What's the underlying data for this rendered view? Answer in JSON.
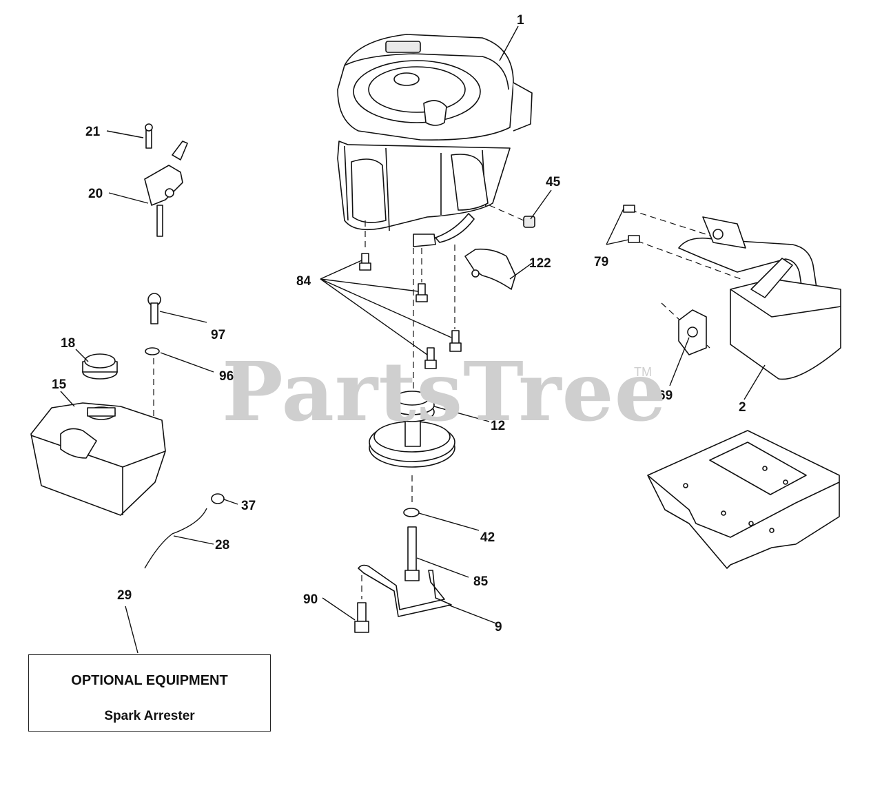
{
  "watermark": {
    "text": "PartsTree",
    "trademark": "TM"
  },
  "optional_box": {
    "title": "OPTIONAL EQUIPMENT",
    "subtitle": "Spark Arrester"
  },
  "callouts": {
    "c1": "1",
    "c2": "2",
    "c9": "9",
    "c12": "12",
    "c15": "15",
    "c18": "18",
    "c20": "20",
    "c21": "21",
    "c28": "28",
    "c29": "29",
    "c37": "37",
    "c42": "42",
    "c45": "45",
    "c69": "69",
    "c79": "79",
    "c84": "84",
    "c85": "85",
    "c90": "90",
    "c96": "96",
    "c97": "97",
    "c122": "122"
  }
}
